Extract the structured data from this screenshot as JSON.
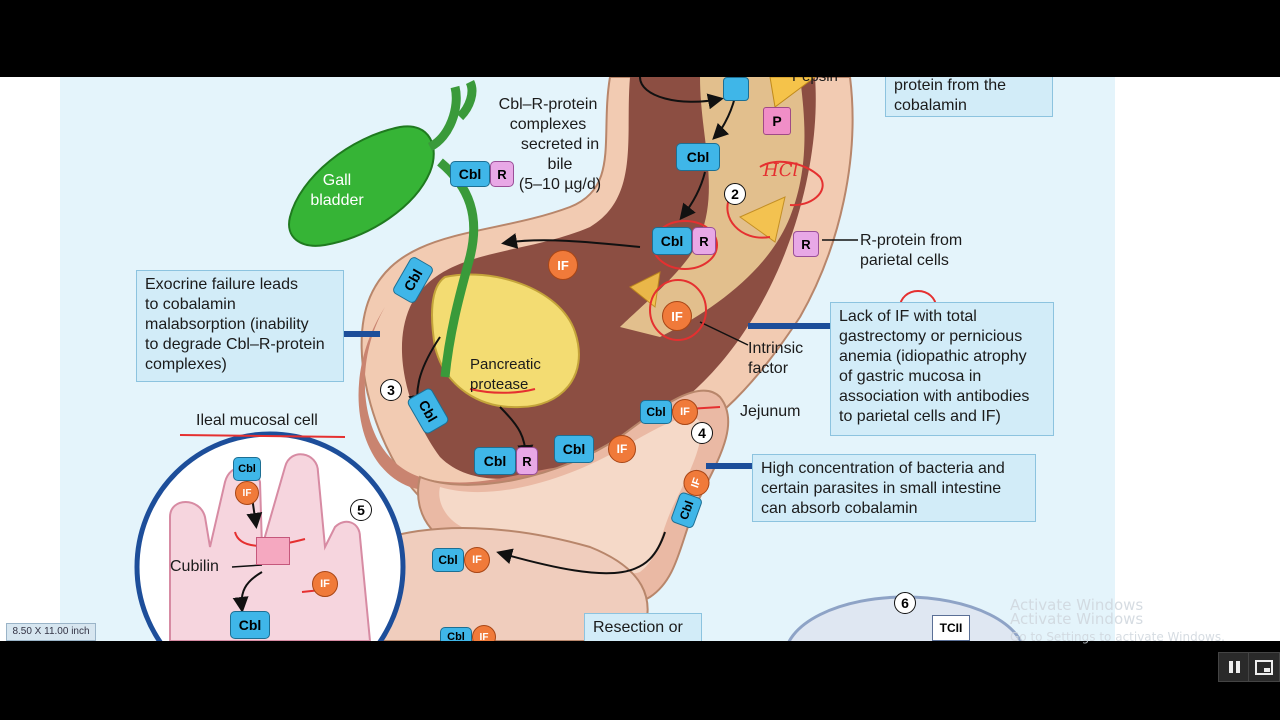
{
  "labels": {
    "pepsin": "Pepsin",
    "protein_from": "protein from the",
    "cobalamin": "cobalamin",
    "bile_line1": "Cbl–R-protein",
    "bile_line2": "complexes",
    "bile_line3": "secreted in",
    "bile_line4": "bile",
    "bile_line5": "(5–10 µg/d)",
    "gall_line1": "Gall",
    "gall_line2": "bladder",
    "rprotein_line1": "R-protein from",
    "rprotein_line2": "parietal cells",
    "intrinsic_line1": "Intrinsic",
    "intrinsic_line2": "factor",
    "pancreatic_line1": "Pancreatic",
    "pancreatic_line2": "protease",
    "jejunum": "Jejunum",
    "ileal": "Ileal mucosal cell",
    "cubilin": "Cubilin",
    "tcii": "TCII",
    "resection": "Resection or",
    "handwritten": "HCl"
  },
  "boxes": {
    "exocrine": [
      "Exocrine failure leads",
      "to cobalamin",
      "malabsorption (inability",
      "to degrade Cbl–R-protein",
      "complexes)"
    ],
    "lack_if": [
      "Lack of IF with total",
      "gastrectomy or pernicious",
      "anemia (idiopathic atrophy",
      "of gastric mucosa in",
      "association with antibodies",
      "to parietal cells and IF)"
    ],
    "bacteria": [
      "High concentration of bacteria and",
      "certain parasites in small intestine",
      "can absorb cobalamin"
    ]
  },
  "steps": [
    "2",
    "3",
    "4",
    "5",
    "6"
  ],
  "tags": {
    "cbl": "Cbl",
    "r": "R",
    "if": "IF",
    "p": "P"
  },
  "viewer": {
    "page_size": "8.50 X 11.00 inch",
    "activate_title": "Activate Windows",
    "activate_sub": "Go to Settings to activate Windows."
  },
  "colors": {
    "cbl": "#3fb6e8",
    "if": "#f07a3a",
    "r": "#e8a8e6",
    "annotation": "#e53030",
    "box": "#d2ecf8"
  }
}
